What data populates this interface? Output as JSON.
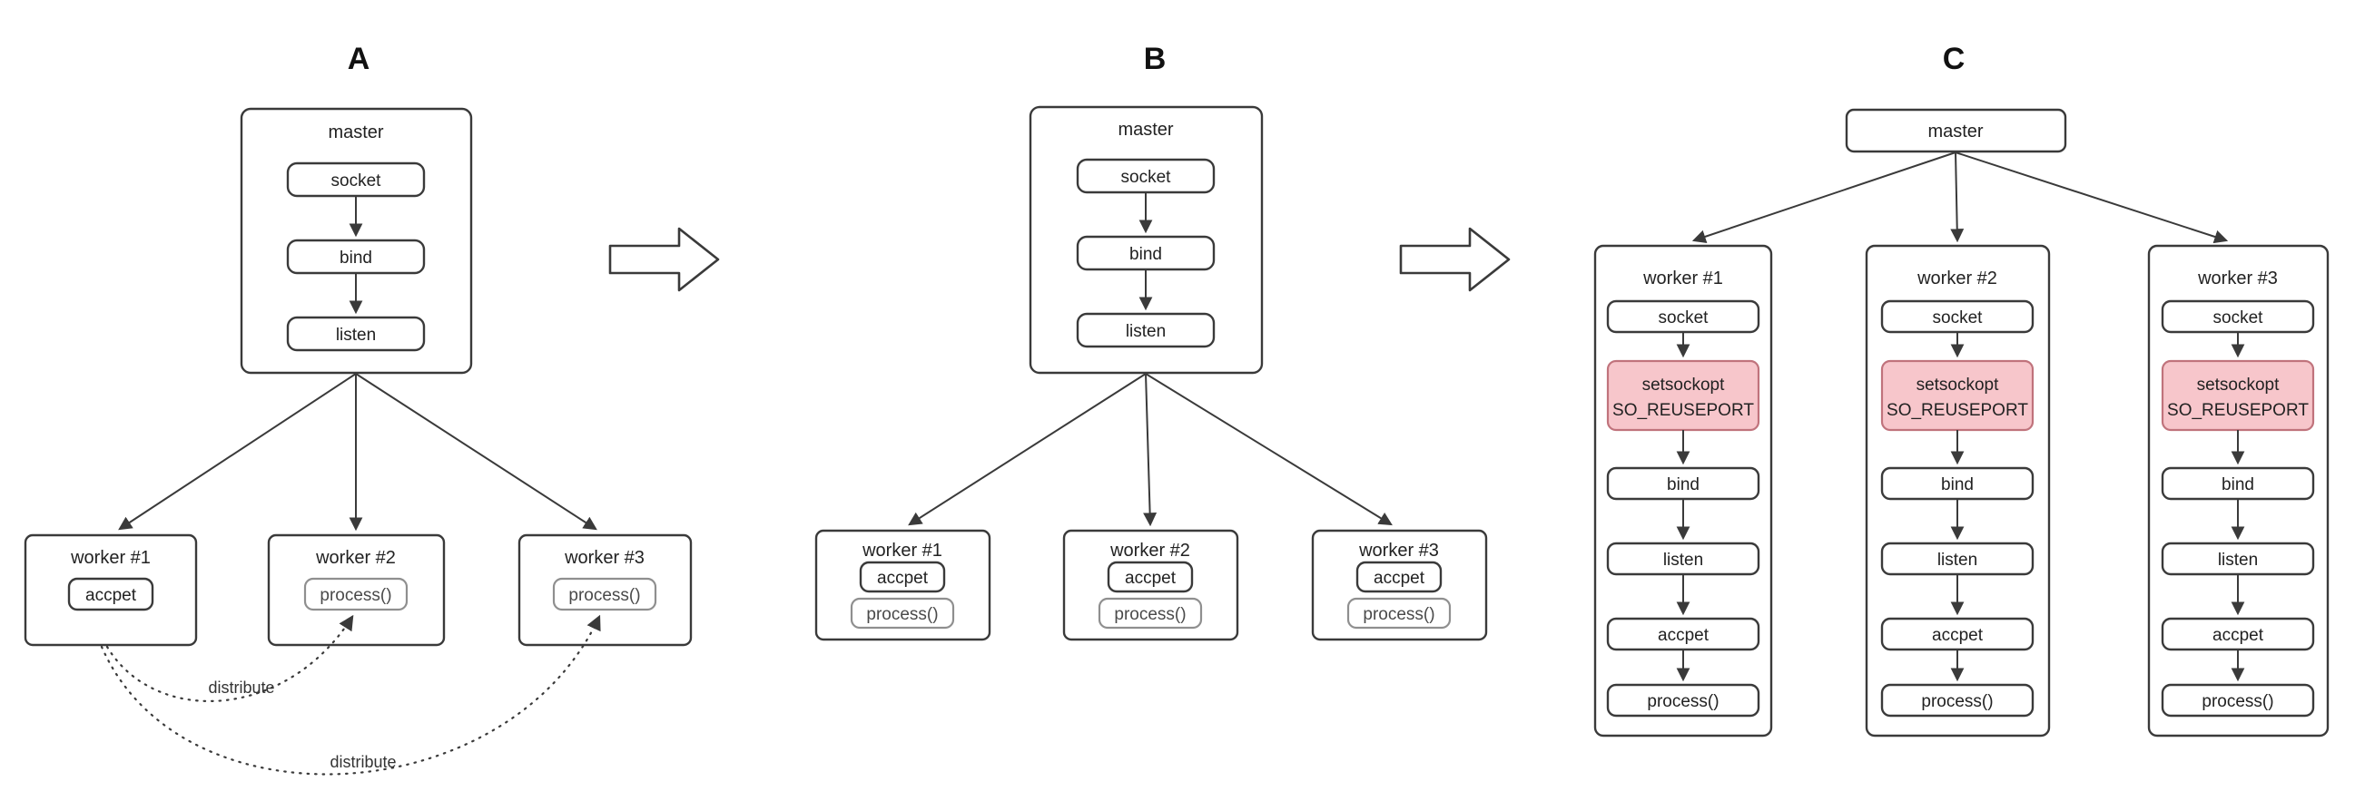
{
  "colors": {
    "stroke": "#3a3a3a",
    "muted_stroke": "#8f8f8f",
    "highlight_fill": "#f7c6cb",
    "highlight_stroke": "#c0737c"
  },
  "panel_a": {
    "label": "A",
    "master_title": "master",
    "steps": {
      "socket": "socket",
      "bind": "bind",
      "listen": "listen"
    },
    "workers": [
      {
        "title": "worker #1",
        "box": "accpet"
      },
      {
        "title": "worker #2",
        "box": "process()"
      },
      {
        "title": "worker #3",
        "box": "process()"
      }
    ],
    "distribute_label_1": "distribute",
    "distribute_label_2": "distribute"
  },
  "panel_b": {
    "label": "B",
    "master_title": "master",
    "steps": {
      "socket": "socket",
      "bind": "bind",
      "listen": "listen"
    },
    "workers": [
      {
        "title": "worker #1",
        "accept": "accpet",
        "process": "process()"
      },
      {
        "title": "worker #2",
        "accept": "accpet",
        "process": "process()"
      },
      {
        "title": "worker #3",
        "accept": "accpet",
        "process": "process()"
      }
    ]
  },
  "panel_c": {
    "label": "C",
    "master_title": "master",
    "steps": {
      "socket": "socket",
      "setsockopt_line1": "setsockopt",
      "setsockopt_line2": "SO_REUSEPORT",
      "bind": "bind",
      "listen": "listen",
      "accept": "accpet",
      "process": "process()"
    },
    "workers": [
      {
        "title": "worker #1"
      },
      {
        "title": "worker #2"
      },
      {
        "title": "worker #3"
      }
    ]
  }
}
